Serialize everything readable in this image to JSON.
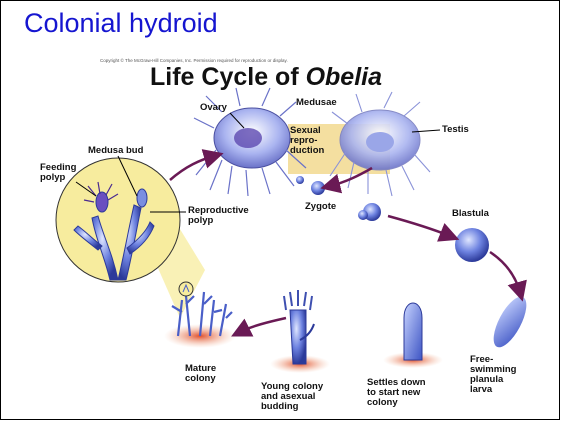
{
  "slide": {
    "title": "Colonial hydroid",
    "title_color": "#1515d0"
  },
  "diagram": {
    "copyright": "Copyright © The McGraw-Hill Companies, Inc. Permission required for reproduction or display.",
    "title_main": "Life Cycle of ",
    "title_italic": "Obelia",
    "labels": {
      "ovary": "Ovary",
      "medusae": "Medusae",
      "sexual_reproduction": "Sexual\nrepro-\nduction",
      "testis": "Testis",
      "medusa_bud": "Medusa bud",
      "feeding_polyp": "Feeding\npolyp",
      "reproductive_polyp": "Reproductive\npolyp",
      "zygote": "Zygote",
      "blastula": "Blastula",
      "mature_colony": "Mature\ncolony",
      "young_colony": "Young colony\nand asexual\nbudding",
      "settles_down": "Settles down\nto start new\ncolony",
      "free_swimming": "Free-\nswimming\nplanula\nlarva"
    },
    "colors": {
      "organism_blue": "#4a5fc8",
      "circle_yellow": "#f7ec9e",
      "highlight_tan": "#f4dfa0",
      "arrow_purple": "#6a1a55",
      "substrate_red": "#d24a2a"
    }
  }
}
